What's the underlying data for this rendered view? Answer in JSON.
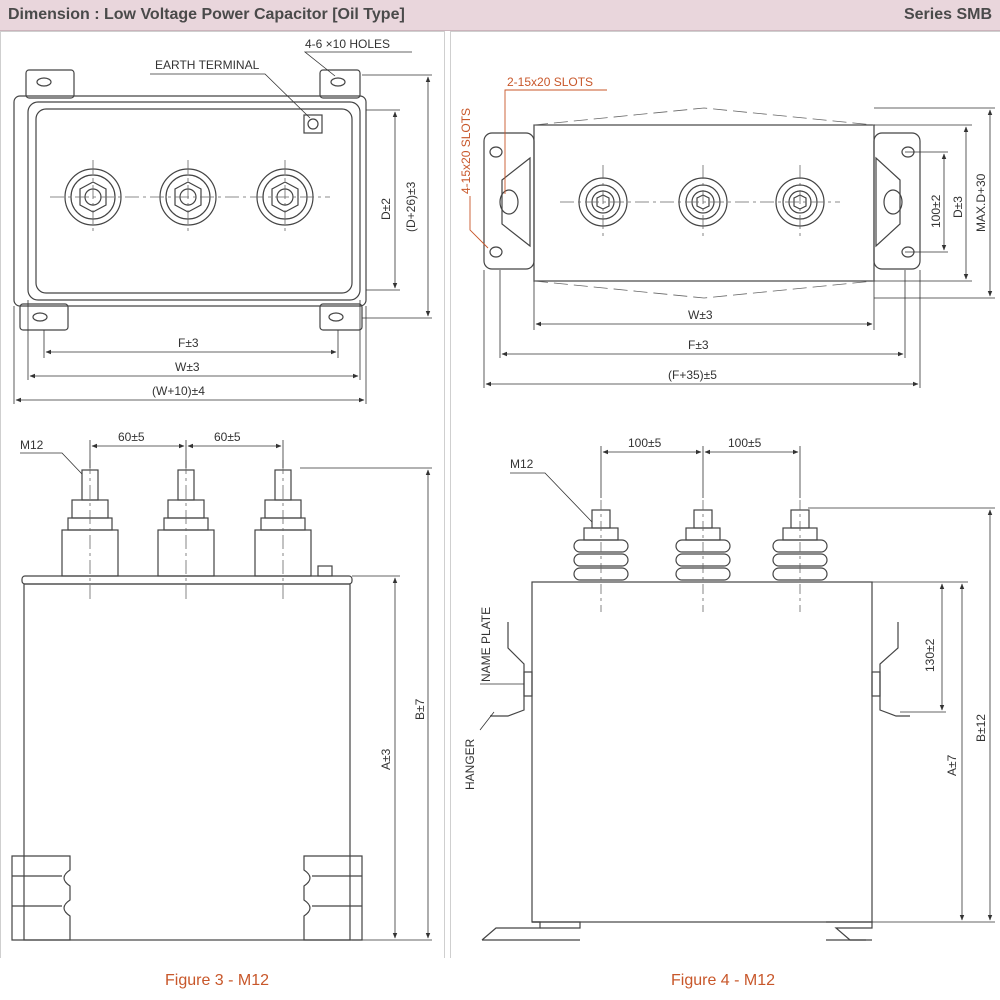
{
  "header": {
    "title": "Dimension : Low Voltage Power Capacitor [Oil Type]",
    "series": "Series SMB"
  },
  "fig3": {
    "caption": "Figure 3 - M12",
    "top": {
      "holes": "4-6 ×10 HOLES",
      "earth": "EARTH TERMINAL",
      "d": "D±2",
      "d26": "(D+26)±3",
      "f": "F±3",
      "w": "W±3",
      "w10": "(W+10)±4"
    },
    "side": {
      "m12": "M12",
      "p1": "60±5",
      "p2": "60±5",
      "a": "A±3",
      "b": "B±7"
    }
  },
  "fig4": {
    "caption": "Figure 4 - M12",
    "top": {
      "slots2": "2-15x20 SLOTS",
      "slots4": "4-15x20 SLOTS",
      "d100": "100±2",
      "d": "D±3",
      "maxd": "MAX.D+30",
      "w": "W±3",
      "f": "F±3",
      "f35": "(F+35)±5"
    },
    "side": {
      "m12": "M12",
      "p1": "100±5",
      "p2": "100±5",
      "nameplate": "NAME PLATE",
      "hanger": "HANGER",
      "h130": "130±2",
      "a": "A±7",
      "b": "B±12"
    }
  }
}
